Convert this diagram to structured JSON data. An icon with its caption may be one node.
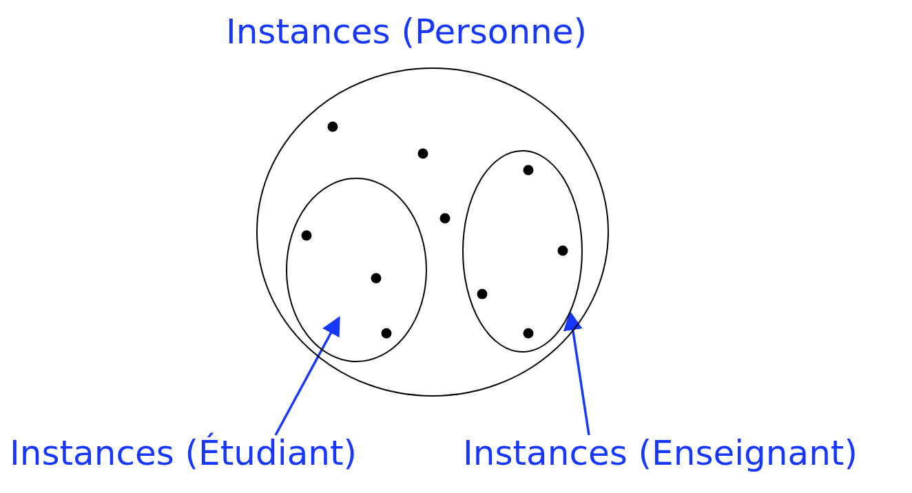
{
  "diagram": {
    "nodes": [
      {
        "text": [
          "Instances (Personne)"
        ]
      },
      {
        "text": [],
        "shape": "ellipse",
        "in": 0
      },
      {
        "text": [],
        "shape": "ellipse",
        "in": 0
      },
      {
        "text": [],
        "shape": "circle",
        "in": 0
      },
      {
        "text": [],
        "shape": "circle",
        "in": 0
      },
      {
        "text": [],
        "shape": "circle",
        "in": 0
      },
      {
        "text": [],
        "shape": "circle",
        "in": 1
      },
      {
        "text": [],
        "shape": "circle",
        "in": 1
      },
      {
        "text": [],
        "shape": "circle",
        "in": 1
      },
      {
        "text": [],
        "shape": "circle",
        "in": 2
      },
      {
        "text": [],
        "shape": "circle",
        "in": 2
      },
      {
        "text": [],
        "shape": "circle",
        "in": 2
      },
      {
        "text": [],
        "shape": "circle",
        "in": 2
      },
      {
        "text": [
          "Instances (Étudiant)"
        ]
      },
      {
        "text": [
          "Instances (Enseignant)"
        ]
      }
    ],
    "edges": [
      {
        "from": 13,
        "to": 1,
        "arrow": "to"
      },
      {
        "from": 14,
        "to": 2,
        "arrow": "to"
      }
    ]
  }
}
